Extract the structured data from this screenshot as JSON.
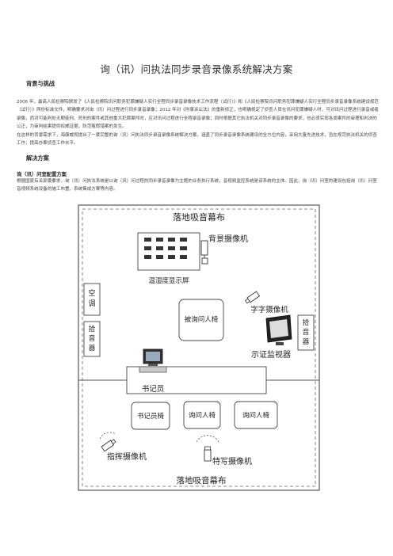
{
  "doc": {
    "title": "询（讯）问执法同步录音录像系统解决方案",
    "section1_heading": "背景与挑战",
    "section1_paragraphs": [
      "2006 年，最高人民检察院颁发了《人民检察院讯问职务犯罪嫌疑人实行全程同步录音录像技术工作流程（试行）》和《人民检察院讯问职务犯罪嫌疑人实行全程同步录音录像系统建设规范（试行）》两份标准文件，明确要求对询（讯）问过程进行同步录音录像；2012 年对《刑事诉讼法》的重新修正，也明确规定了侦查人员在讯问犯罪嫌疑人时，可对讯问过程进行录音或者录像，而对可能判处无期徒刑、死刑的案件或其他重大犯罪案件时，应对讯问过程进行全程录音录像；同时根据其它执法机关对同步录音录像的要求，也必须实现各类案件的审理和判决的公正，为审判结果提供权威证据，防范冤假错案的发生。",
      "在这样的背景需求下，海康威视提出了一套完整的询（讯）问执法同步录音录像系统解决方案，涵盖了同步录音录像系统建设的全方位内容，采用大量先进技术，旨在规范执法机关的侦查工作，提高办案侦查工作水平。"
    ],
    "section2_heading": "解决方案",
    "section2_sub": "询（讯）问室配置方案",
    "section2_paragraph": "根据国家有关部委要求，询（讯）问执法系统是以询（讯）问过程的同步录音录像为主题的业务执行系统，音视频监控系统是该系统的主体。因此，询（讯）问室的建设包括询（讯）问室音视频系统设备的施工布置、系统集成方案等内容。"
  },
  "diagram": {
    "wall_top": "落地吸音幕布",
    "wall_bottom": "落地吸音幕布",
    "bg_camera": "背景摄像机",
    "temp_display": "温湿度显示屏",
    "aircon": "空调",
    "pickup_left": "拾音器",
    "pickup_right": "拾音器",
    "suspect_chair": "被询问人椅",
    "subtitle_camera": "字字摄像机",
    "monitor": "示证监视器",
    "clerk": "书记员",
    "clerk_chair": "书记员椅",
    "interrogator_chair_1": "询问人椅",
    "interrogator_chair_2": "询问人椅",
    "command_camera": "指挥摄像机",
    "closeup_camera": "特写摄像机"
  }
}
